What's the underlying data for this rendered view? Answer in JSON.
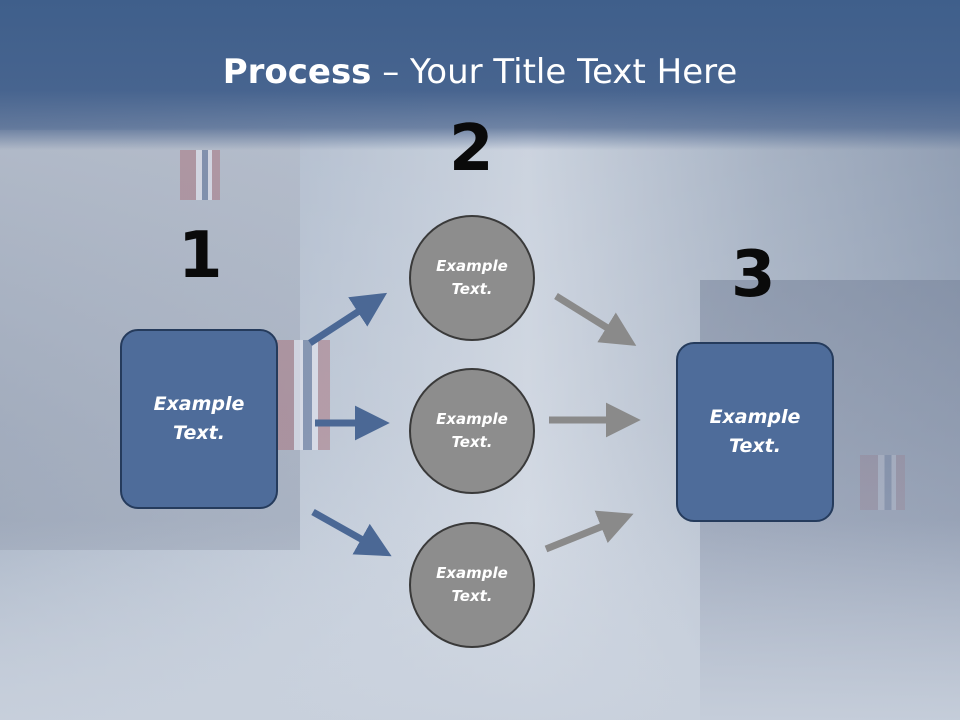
{
  "header": {
    "title_bold": "Process",
    "title_rest": " – Your Title Text Here"
  },
  "steps": [
    {
      "number": "1",
      "text": "Example Text."
    },
    {
      "number": "2",
      "circles": [
        {
          "text": "Example Text."
        },
        {
          "text": "Example Text."
        },
        {
          "text": "Example Text."
        }
      ]
    },
    {
      "number": "3",
      "text": "Example Text."
    }
  ],
  "colors": {
    "header": "#47648f",
    "box_fill": "#4e6c9a",
    "box_border": "#253b5c",
    "circle_fill": "#8d8d8d",
    "arrow_blue": "#4b6895",
    "arrow_gray": "#8a8a8a",
    "number_text": "#0a0a0a"
  }
}
